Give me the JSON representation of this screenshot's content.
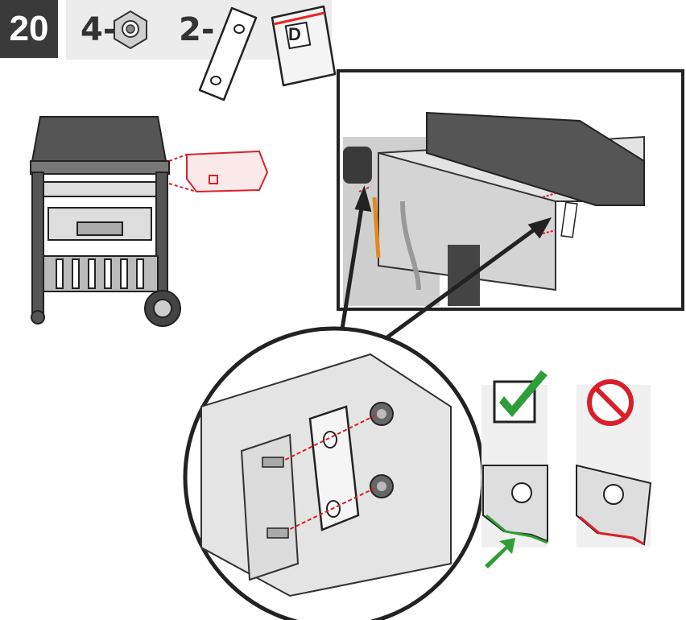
{
  "step": {
    "number": "20"
  },
  "parts": {
    "nut": {
      "quantity": "4-",
      "icon": "flange-nut-icon"
    },
    "bracket": {
      "quantity": "2-",
      "icon": "side-table-bracket-icon"
    },
    "bag": {
      "label": "D",
      "icon": "hardware-bag-icon"
    }
  },
  "indicators": {
    "correct": {
      "icon": "green-check-icon",
      "color": "#2f9e3a"
    },
    "incorrect": {
      "icon": "no-symbol-icon",
      "color": "#d9202a"
    },
    "pointer": {
      "icon": "green-arrow-icon",
      "color": "#2f9e3a"
    }
  },
  "colors": {
    "highlight": "#d9202a",
    "ink": "#222222",
    "panel": "#ececec",
    "step_box": "#3a3a3a"
  }
}
